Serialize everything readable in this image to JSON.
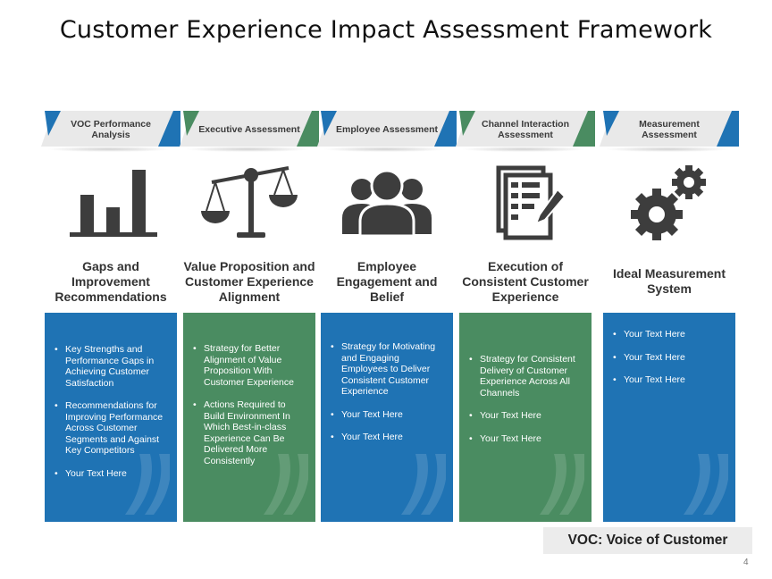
{
  "title": "Customer Experience Impact Assessment Framework",
  "colors": {
    "blue": "#1f73b4",
    "green": "#4a8c61",
    "icon": "#3d3d3d"
  },
  "columns": [
    {
      "tab": "VOC Performance Analysis",
      "icon": "bar-chart-icon",
      "heading": "Gaps and Improvement Recommendations",
      "color": "blue",
      "bullets": [
        "Key Strengths and Performance Gaps in Achieving Customer Satisfaction",
        "Recommendations for Improving Performance Across Customer Segments and Against Key Competitors",
        "Your Text Here"
      ]
    },
    {
      "tab": "Executive Assessment",
      "icon": "balance-scale-icon",
      "heading": "Value Proposition and Customer Experience Alignment",
      "color": "green",
      "bullets": [
        "Strategy for Better Alignment of Value Proposition With Customer Experience",
        "Actions Required to Build Environment In Which Best-in-class Experience Can Be Delivered More Consistently"
      ]
    },
    {
      "tab": "Employee Assessment",
      "icon": "people-group-icon",
      "heading": "Employee Engagement and Belief",
      "color": "blue",
      "bullets": [
        "Strategy for Motivating and Engaging Employees to Deliver Consistent Customer Experience",
        "Your Text Here",
        "Your Text Here"
      ]
    },
    {
      "tab": "Channel Interaction Assessment",
      "icon": "document-pen-icon",
      "heading": "Execution of Consistent Customer Experience",
      "color": "green",
      "bullets": [
        "Strategy for Consistent Delivery of Customer Experience Across All Channels",
        "Your Text Here",
        "Your Text Here"
      ]
    },
    {
      "tab": "Measurement Assessment",
      "icon": "gears-icon",
      "heading": "Ideal Measurement System",
      "color": "blue",
      "bullets": [
        "Your Text Here",
        "Your Text Here",
        "Your Text Here"
      ]
    }
  ],
  "footnote": "VOC: Voice of Customer",
  "page_number": "4"
}
